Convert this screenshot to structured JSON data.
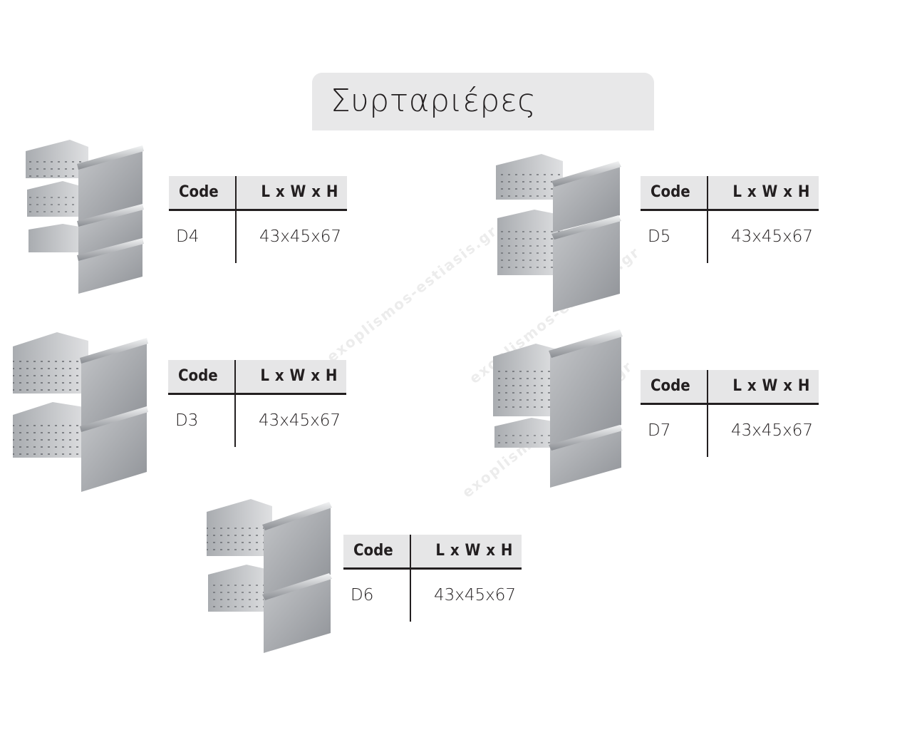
{
  "title": "Συρταριέρες",
  "table_header": {
    "code": "Code",
    "dims": "L x W x H"
  },
  "products": [
    {
      "code": "D4",
      "dims": "43x45x67"
    },
    {
      "code": "D5",
      "dims": "43x45x67"
    },
    {
      "code": "D3",
      "dims": "43x45x67"
    },
    {
      "code": "D7",
      "dims": "43x45x67"
    },
    {
      "code": "D6",
      "dims": "43x45x67"
    }
  ],
  "watermark": "exoplismos-estiasis.gr",
  "colors": {
    "steel_light": "#c9cbce",
    "steel_dark": "#8e9196",
    "header_bg": "#e6e6e7",
    "text": "#231f20"
  }
}
